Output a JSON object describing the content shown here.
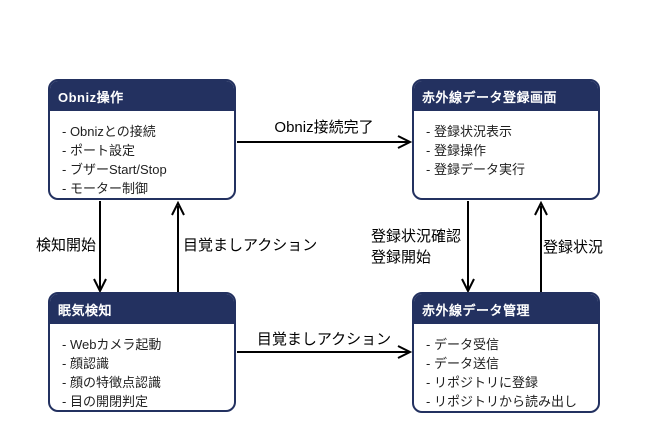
{
  "boxes": [
    {
      "id": "obniz-operation",
      "title": "Obniz操作",
      "items": [
        "- Obnizとの接続",
        "- ポート設定",
        "- ブザーStart/Stop",
        "- モーター制御"
      ]
    },
    {
      "id": "ir-registration-screen",
      "title": "赤外線データ登録画面",
      "items": [
        "- 登録状況表示",
        "- 登録操作",
        "- 登録データ実行"
      ]
    },
    {
      "id": "drowsiness-detection",
      "title": "眠気検知",
      "items": [
        "- Webカメラ起動",
        "- 顔認識",
        "- 顔の特徴点認識",
        "- 目の開閉判定"
      ]
    },
    {
      "id": "ir-data-management",
      "title": "赤外線データ管理",
      "items": [
        "- データ受信",
        "- データ送信",
        "- リポジトリに登録",
        "- リポジトリから読み出し"
      ]
    }
  ],
  "labels": {
    "obniz_connected": "Obniz接続完了",
    "detection_start": "検知開始",
    "wake_action_left": "目覚ましアクション",
    "reg_status_check": "登録状況確認",
    "reg_start": "登録開始",
    "wake_action_bottom": "目覚ましアクション",
    "reg_status": "登録状況"
  },
  "colors": {
    "node_header": "#233160",
    "node_border": "#233160",
    "arrow": "#000000",
    "body_text": "#1f1f1f",
    "header_text": "#ffffff",
    "background": "#ffffff"
  }
}
